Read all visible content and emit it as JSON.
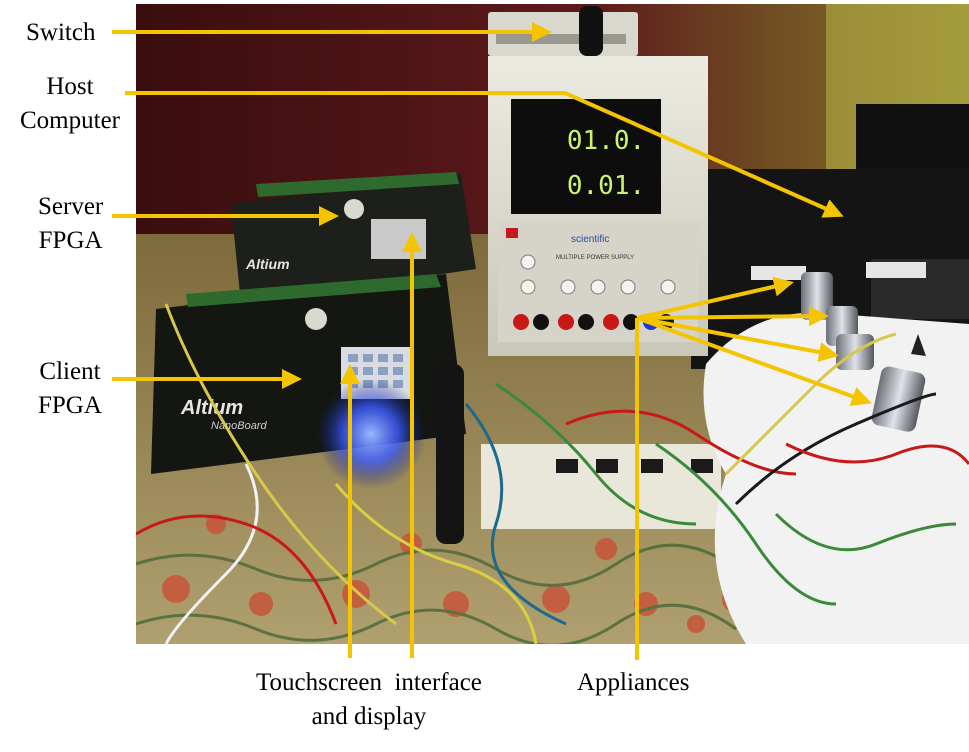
{
  "labels": {
    "switch": "Switch",
    "host_line1": "Host",
    "host_line2": "Computer",
    "server_line1": "Server",
    "server_line2": "FPGA",
    "client_line1": "Client",
    "client_line2": "FPGA",
    "touch_line1": "Touchscreen  interface",
    "touch_line2": "and display",
    "appliances": "Appliances"
  },
  "power_supply": {
    "display_top": "01.0.",
    "display_bottom": "0.01.",
    "panel_text": "MULTIPLE POWER SUPPLY",
    "brand": "scientific"
  },
  "boards": {
    "server_brand": "Altium",
    "client_brand": "Altium",
    "board_name": "NanoBoard"
  },
  "colors": {
    "arrow": "#F5C400",
    "background": "#ffffff"
  }
}
